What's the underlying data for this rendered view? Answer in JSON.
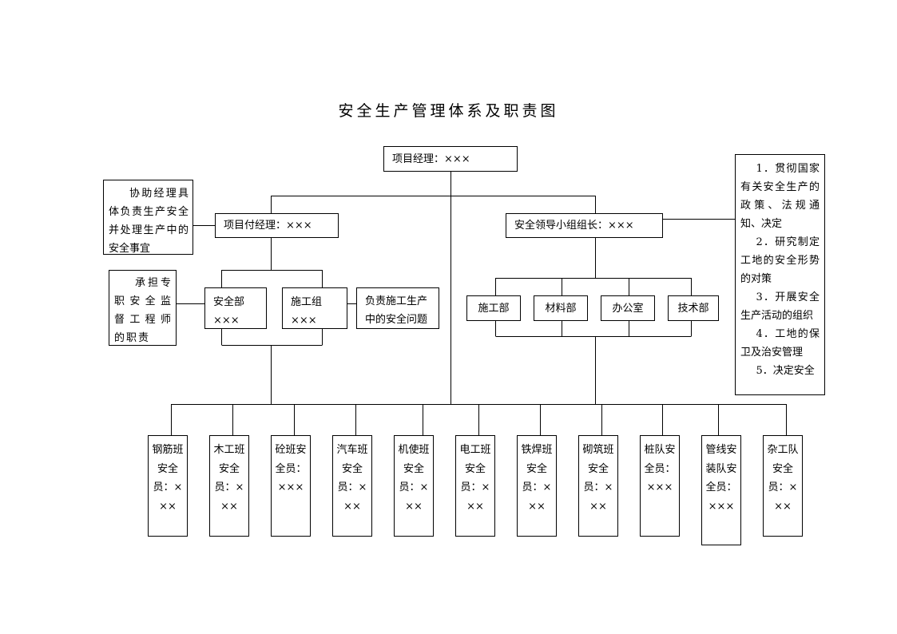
{
  "title": "安全生产管理体系及职责图",
  "top": {
    "label": "项目经理：×××"
  },
  "deputy": {
    "label": "项目付经理：×××"
  },
  "deputy_note": {
    "text": "协助经理具体负责生产安全并处理生产中的安全事宜"
  },
  "safety_leader": {
    "label": "安全领导小组组长：×××"
  },
  "safety_dept": {
    "line1": "安全部",
    "line2": "×××"
  },
  "construction_group": {
    "line1": "施工组",
    "line2": "×××"
  },
  "construction_group_note": {
    "text": "负责施工生产中的安全问题"
  },
  "safety_dept_note": {
    "text": "承担专职安全监督工程师的职责"
  },
  "departments": [
    "施工部",
    "材料部",
    "办公室",
    "技术部"
  ],
  "duties": [
    "1．贯彻国家有关安全生产的政策、法规通 知、决定",
    "2．研究制定工地的安全形势的对策",
    "3．开展安全生产活动的组织",
    "4．工地的保卫及治安管理",
    "5．决定安全"
  ],
  "teams": [
    "钢筋班安全员：×××",
    "木工班安全员：×××",
    "砼班安全员：×××",
    "汽车班安全员：×××",
    "机使班安全员：×××",
    "电工班安全员：×××",
    "铁焊班安全员：×××",
    "砌筑班安全员：×××",
    "桩队安全员：×××",
    "管线安装队安全员：×××",
    "杂工队安全员：×××"
  ]
}
